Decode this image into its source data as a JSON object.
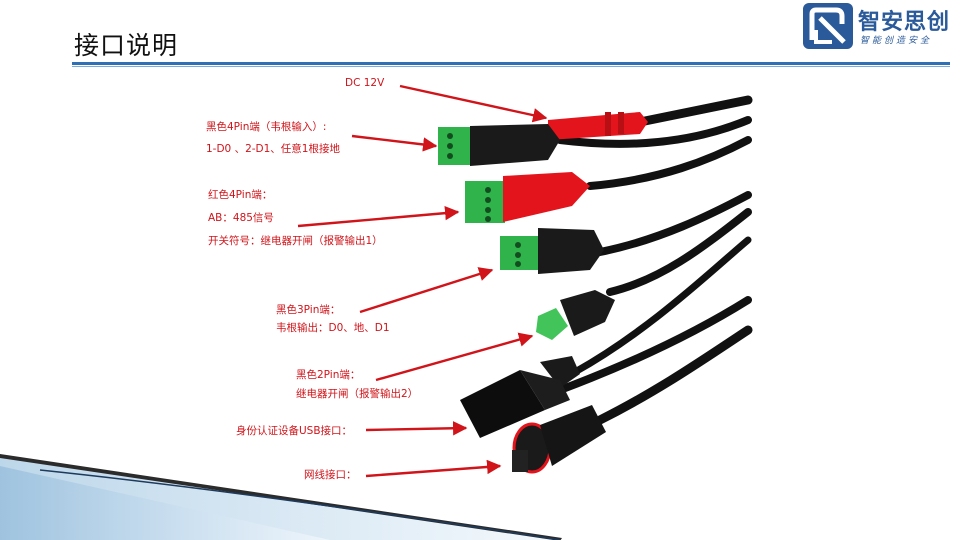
{
  "slide": {
    "title": "接口说明"
  },
  "logo": {
    "name": "智安思创",
    "slogan": "智能创造安全"
  },
  "colors": {
    "accent": "#2f6fb3",
    "label": "#d0141a",
    "cable": "#111111",
    "plug_red": "#e3141c",
    "terminal_green": "#2fb34a"
  },
  "labels": {
    "dc": "DC  12V",
    "black4_line1": "黑色4Pin端（韦根输入）:",
    "black4_line2": "1-D0 、2-D1、任意1根接地",
    "red4_line1": "红色4Pin端：",
    "red4_line2": "AB：485信号",
    "red4_line3": "开关符号：继电器开闸（报警输出1）",
    "black3_line1": "黑色3Pin端：",
    "black3_line2": "韦根输出：D0、地、D1",
    "black2_line1": "黑色2Pin端：",
    "black2_line2": "继电器开闸（报警输出2）",
    "usb": "身份认证设备USB接口：",
    "rj45": "网线接口："
  }
}
